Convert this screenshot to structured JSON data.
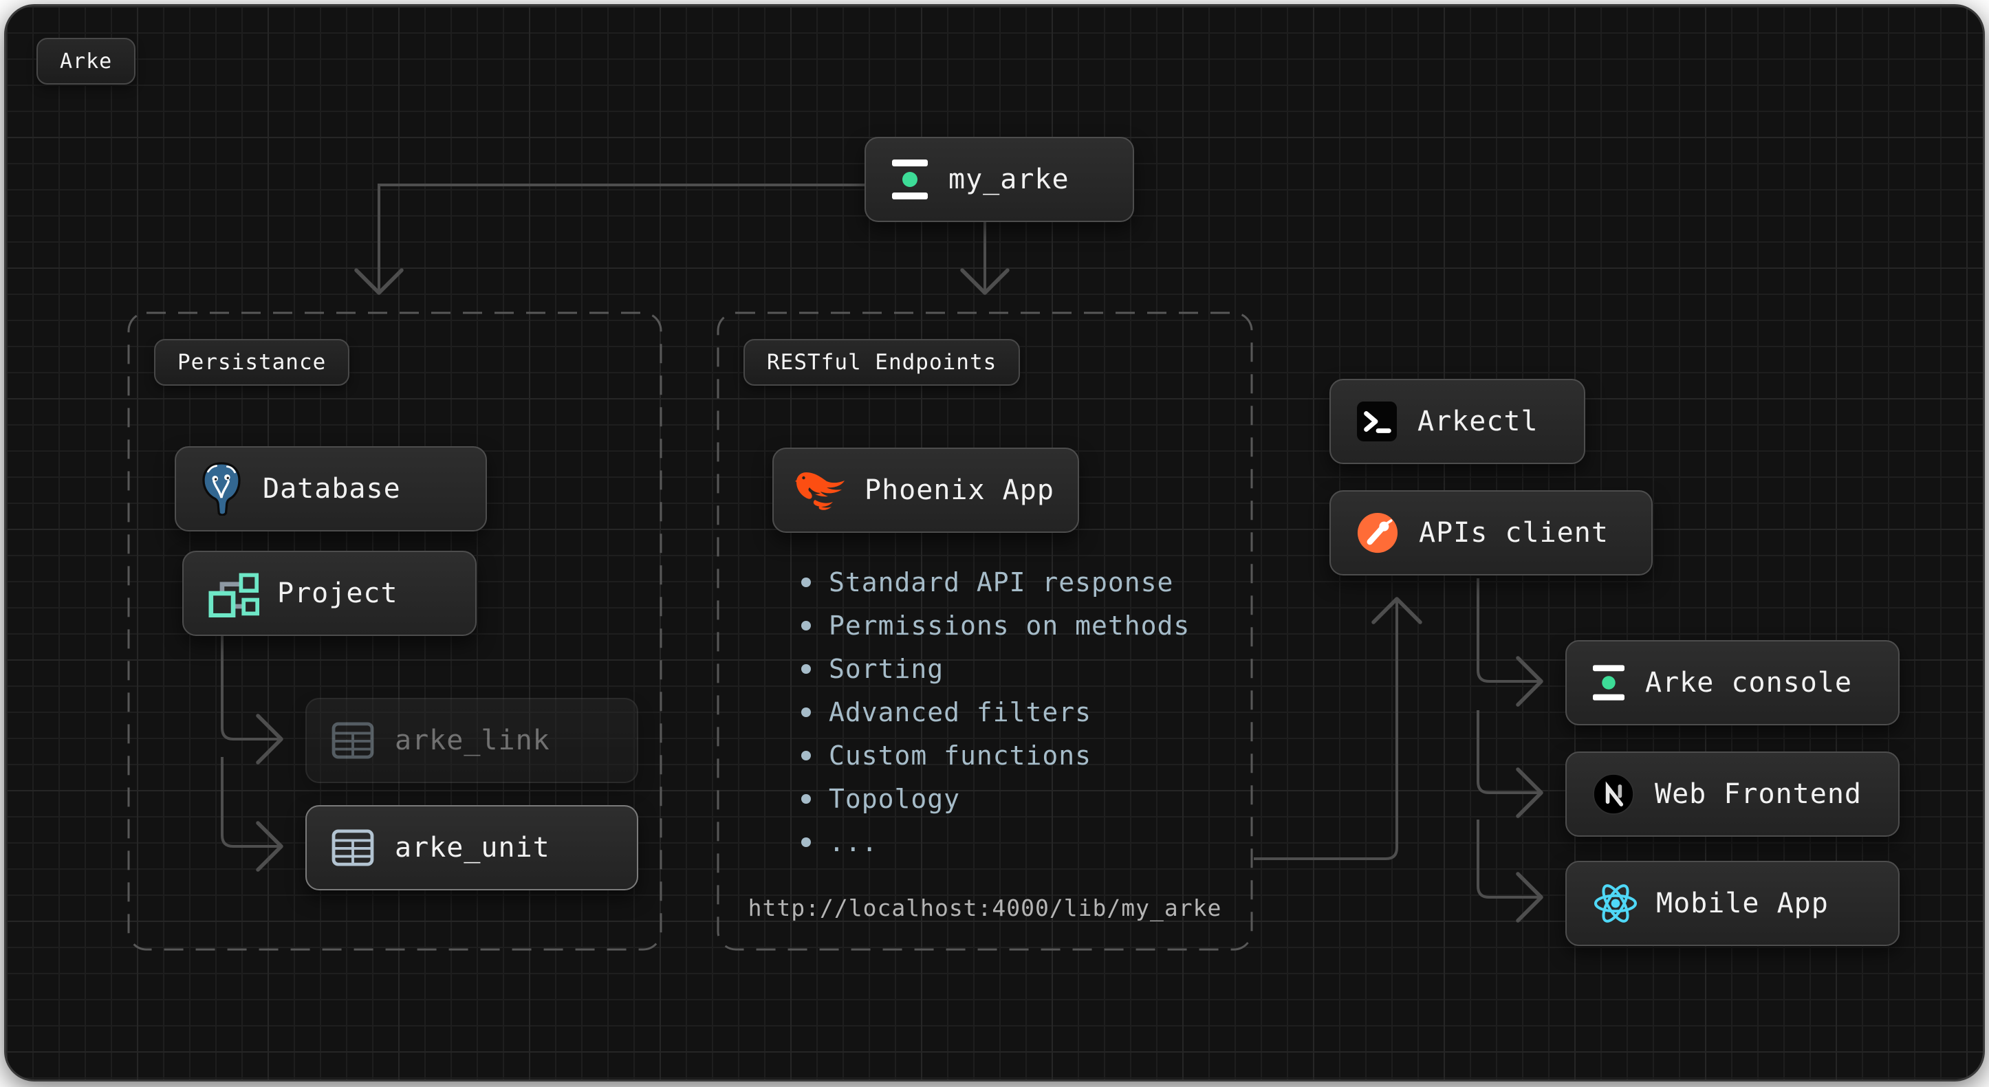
{
  "title_badge": "Arke",
  "root_node": {
    "label": "my_arke"
  },
  "persistance": {
    "title": "Persistance",
    "database": {
      "label": "Database"
    },
    "project": {
      "label": "Project"
    },
    "arke_link": {
      "label": "arke_link"
    },
    "arke_unit": {
      "label": "arke_unit"
    }
  },
  "endpoints": {
    "title": "RESTful Endpoints",
    "phoenix": {
      "label": "Phoenix App"
    },
    "features": [
      "Standard API response",
      "Permissions on methods",
      "Sorting",
      "Advanced filters",
      "Custom functions",
      "Topology",
      "..."
    ],
    "url": "http://localhost:4000/lib/my_arke"
  },
  "tools": {
    "arkectl": {
      "label": "Arkectl"
    },
    "apis_client": {
      "label": "APIs client"
    }
  },
  "clients": {
    "arke_console": {
      "label": "Arke console"
    },
    "web_frontend": {
      "label": "Web Frontend"
    },
    "mobile_app": {
      "label": "Mobile App"
    }
  },
  "colors": {
    "canvas_bg": "#121212",
    "node_border": "#4d4d4d",
    "connector": "#4e4e4e",
    "accent_green": "#3ddc97",
    "bullet_text": "#a6bcc9",
    "postgres_blue": "#336791",
    "project_teal": "#6ee7c7",
    "table_steel": "#b3c4d2",
    "phoenix_orange": "#fc4e12",
    "postman_orange": "#ff6c37",
    "react_cyan": "#4fd8f7"
  }
}
